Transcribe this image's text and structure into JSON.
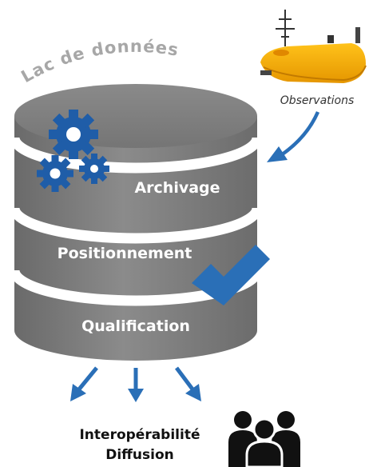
{
  "lake": {
    "title": "Lac de données"
  },
  "layers": [
    {
      "label": "Archivage"
    },
    {
      "label": "Positionnement"
    },
    {
      "label": "Qualification"
    }
  ],
  "observations": {
    "label": "Observations"
  },
  "outputs": {
    "line1": "Interopérabilité",
    "line2": "Diffusion"
  },
  "colors": {
    "cylinder": "#777777",
    "cylinder_band": "#ffffff",
    "accent_blue": "#2a6fb7",
    "gear_blue": "#1f5da8",
    "drone_yellow": "#f5a800",
    "people_black": "#111111"
  },
  "icons": [
    "gears-icon",
    "checkmark-icon",
    "ocean-drone-icon",
    "people-icon",
    "arrow-icon"
  ]
}
